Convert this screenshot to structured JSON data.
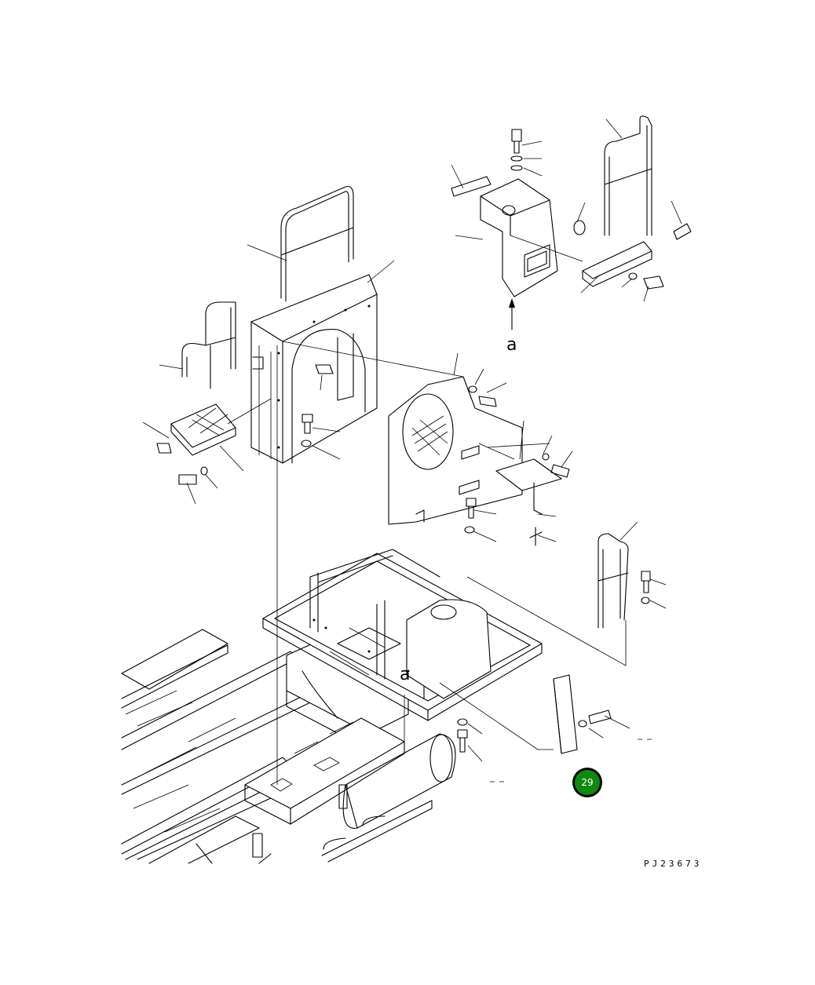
{
  "diagram": {
    "view_labels": [
      "a",
      "a"
    ],
    "drawing_code": "PJ23673",
    "badge": {
      "number": "29",
      "color": "#0f8a0f",
      "ring_color": "#000000"
    }
  },
  "colors": {
    "line": "#000000",
    "background": "#ffffff"
  }
}
